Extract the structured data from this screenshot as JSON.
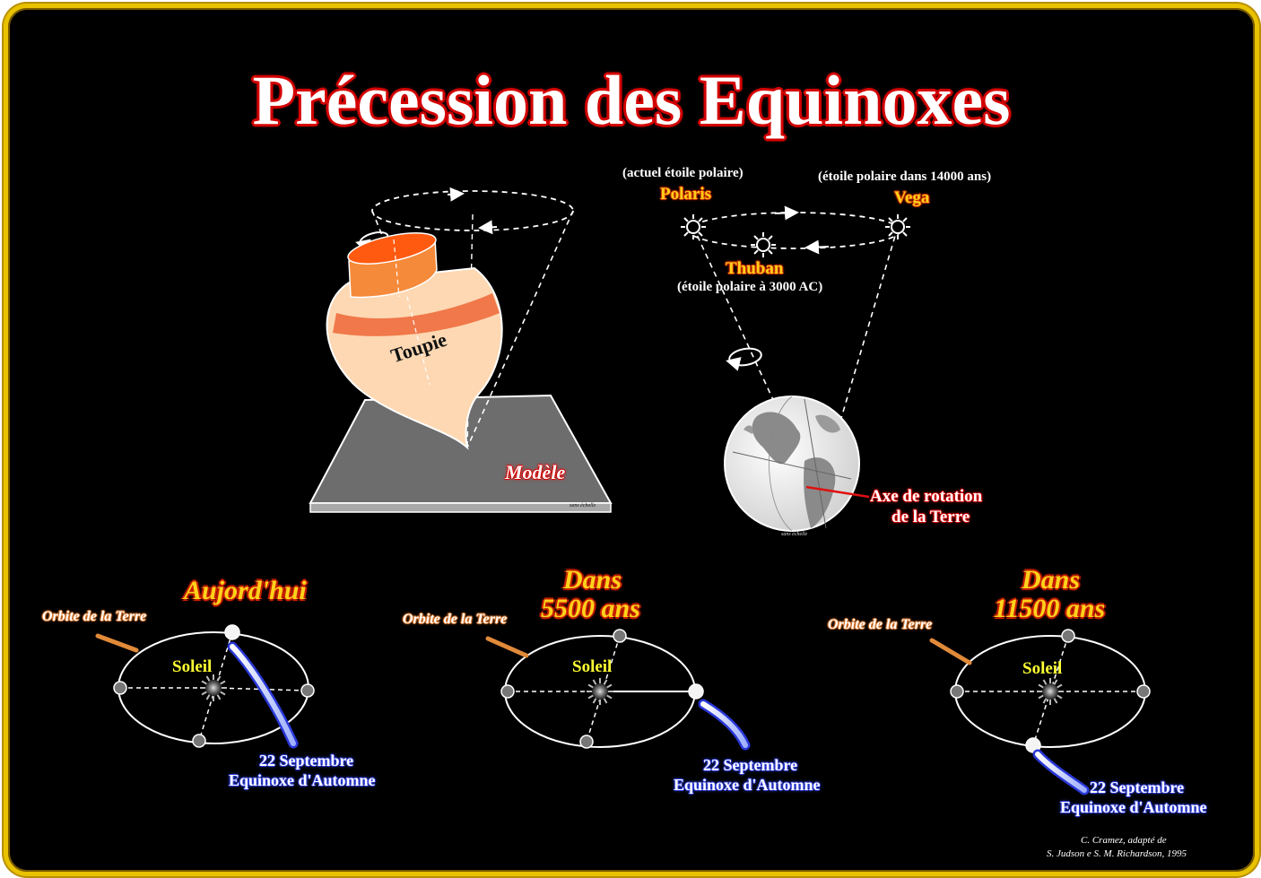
{
  "title": "Précession des Equinoxes",
  "top_model": {
    "top_label": "Toupie",
    "model_label": "Modèle",
    "scale_note": "sans échelle"
  },
  "top_earth": {
    "polaris_note": "(actuel étoile polaire)",
    "polaris": "Polaris",
    "vega_note": "(étoile polaire dans 14000 ans)",
    "vega": "Vega",
    "thuban": "Thuban",
    "thuban_note": "(étoile polaire à 3000 AC)",
    "axis_label_line1": "Axe de rotation",
    "axis_label_line2": "de la Terre",
    "scale_note": "sans échelle"
  },
  "panels": [
    {
      "time_line1": "Aujord'hui",
      "time_line2": "",
      "orbit_label": "Orbite de la Terre",
      "sun_label": "Soleil",
      "date_line1": "22 Septembre",
      "date_line2": "Equinoxe d'Automne"
    },
    {
      "time_line1": "Dans",
      "time_line2": "5500 ans",
      "orbit_label": "Orbite de la Terre",
      "sun_label": "Soleil",
      "date_line1": "22 Septembre",
      "date_line2": "Equinoxe d'Automne"
    },
    {
      "time_line1": "Dans",
      "time_line2": "11500 ans",
      "orbit_label": "Orbite de la Terre",
      "sun_label": "Soleil",
      "date_line1": "22 Septembre",
      "date_line2": "Equinoxe d'Automne"
    }
  ],
  "credit_line1": "C. Cramez, adapté de",
  "credit_line2": "S. Judson e S. M. Richardson, 1995",
  "colors": {
    "frame": "#e9c200",
    "background": "#000000",
    "title_outline": "#d40000",
    "top_body": "#fcd6b0",
    "top_bands": "#f07a40",
    "plate": "#6a6a6a",
    "equinox_arrow": "#2a38d8"
  }
}
